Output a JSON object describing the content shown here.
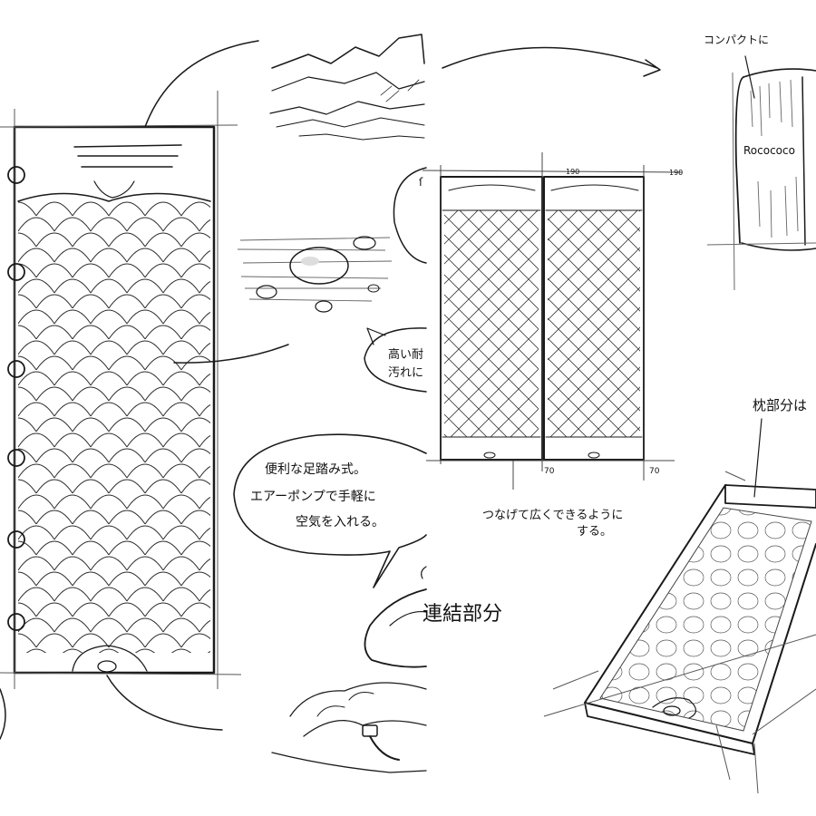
{
  "annotations": {
    "compact_label": "コンパクトに",
    "brand_label": "Rocococo",
    "pillow_label": "枕部分は",
    "foot_pump_line1": "便利な足踏み式。",
    "foot_pump_line2": "エアーポンプで手軽に",
    "foot_pump_line3": "空気を入れる。",
    "connect_line1": "つなげて広くできるように",
    "connect_line2": "する。",
    "connection_label": "連結部分",
    "durability_line1": "高い耐",
    "durability_line2": "汚れに"
  },
  "dimensions": {
    "length_top_left": "190",
    "length_top_right": "190",
    "width_left": "70",
    "width_right": "70"
  }
}
